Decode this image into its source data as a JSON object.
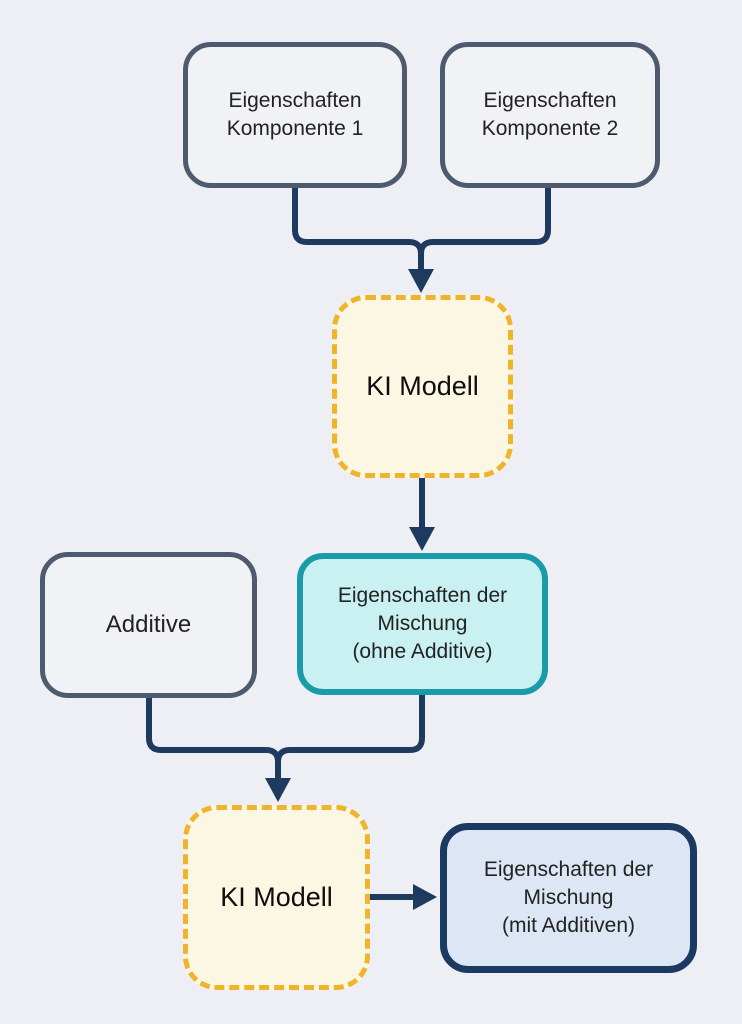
{
  "diagram": {
    "nodes": {
      "component1": {
        "label": "Eigenschaften\nKomponente 1"
      },
      "component2": {
        "label": "Eigenschaften\nKomponente 2"
      },
      "ki_model_top": {
        "label": "KI Modell"
      },
      "additive": {
        "label": "Additive"
      },
      "mixture_without_additives": {
        "label": "Eigenschaften der\nMischung\n(ohne Additive)"
      },
      "ki_model_bottom": {
        "label": "KI Modell"
      },
      "mixture_with_additives": {
        "label": "Eigenschaften der\nMischung\n(mit Additiven)"
      }
    }
  },
  "colors": {
    "background": "#edeff4",
    "node-fill-gray": "#f1f2f6",
    "node-border-gray": "#4e5a6e",
    "node-fill-cream": "#fbf7e3",
    "node-border-yellow": "#f0b42c",
    "node-fill-teal": "#c9f1f1",
    "node-border-teal": "#1b9aaa",
    "node-fill-blue": "#dce6f4",
    "node-border-navy": "#1a3a61",
    "connector": "#1e3a5f",
    "text": "#222222"
  }
}
